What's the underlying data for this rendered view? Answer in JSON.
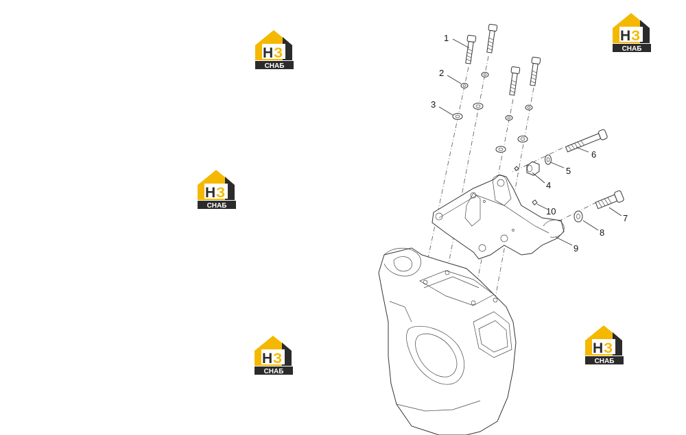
{
  "watermark": {
    "letters": "НЗ",
    "caption": "СНАБ",
    "colors": {
      "house": "#f5b800",
      "dark": "#2b2b2b",
      "light": "#ffffff"
    }
  },
  "callouts": [
    "1",
    "2",
    "3",
    "4",
    "5",
    "6",
    "7",
    "8",
    "9",
    "10"
  ],
  "colors": {
    "line": "#333333",
    "background": "#ffffff"
  }
}
